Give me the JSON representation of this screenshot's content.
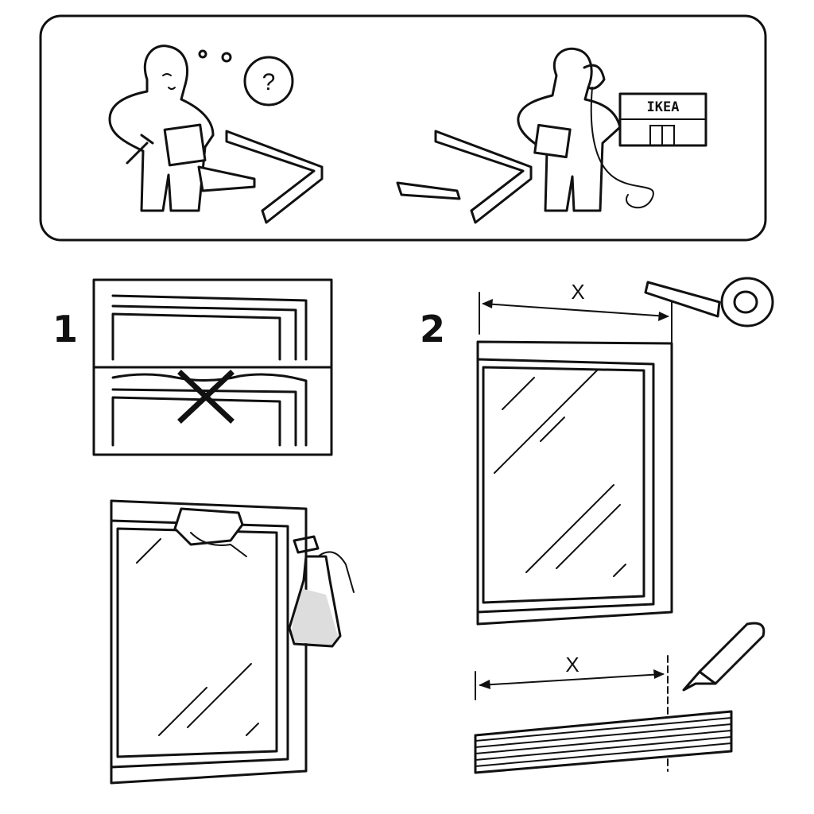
{
  "header_panel": {
    "question_mark": "?",
    "store_sign": "IKEA"
  },
  "steps": [
    {
      "number": "1"
    },
    {
      "number": "2",
      "measure_label_top": "X",
      "measure_label_bottom": "X"
    }
  ],
  "colors": {
    "ink": "#111111",
    "background": "#ffffff",
    "liquid": "#dddddd"
  }
}
